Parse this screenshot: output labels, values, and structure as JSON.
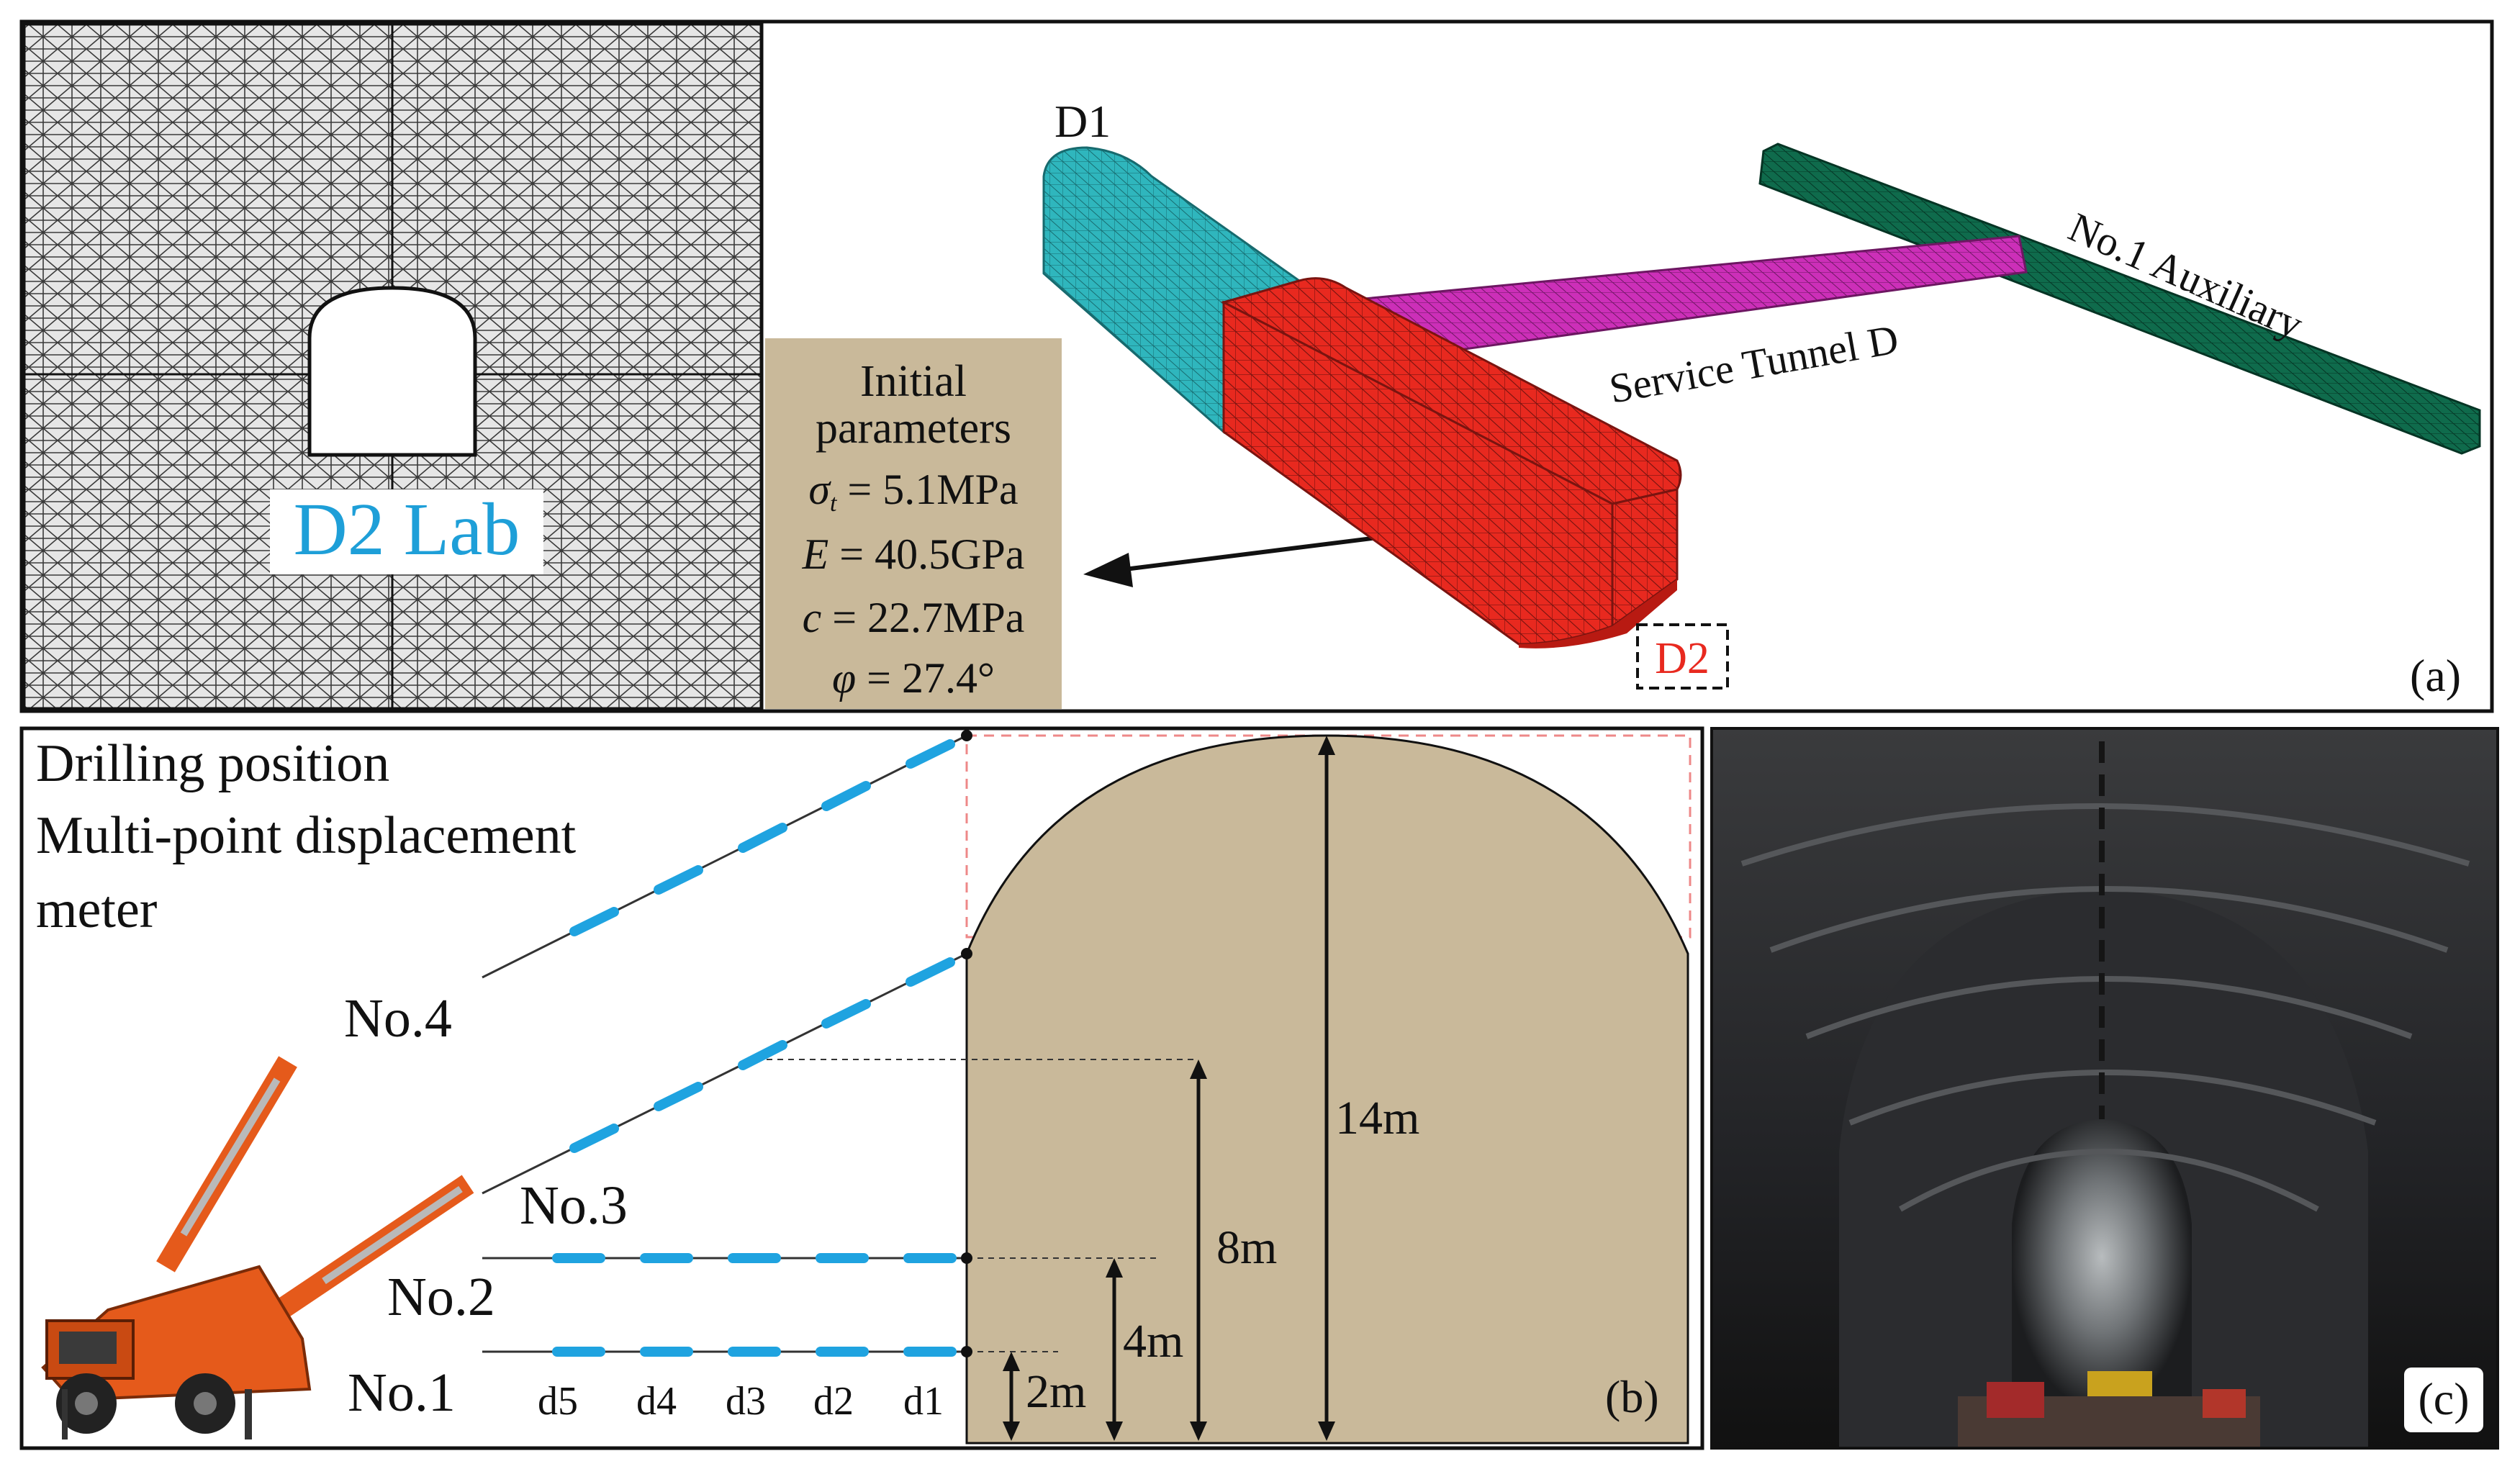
{
  "panel_a": {
    "lab_label": "D2 Lab",
    "params": {
      "title_line1": "Initial",
      "title_line2": "parameters",
      "sigma_t": "σ",
      "sigma_sub": "t",
      "sigma_val": " = 5.1MPa",
      "E": "E",
      "E_val": " = 40.5GPa",
      "c": "c",
      "c_val": " = 22.7MPa",
      "phi": "φ",
      "phi_val": " = 27.4°"
    },
    "tunnels": {
      "d1": "D1",
      "d2": "D2",
      "service": "Service Tunnel D",
      "aux": "No.1 Auxiliary"
    },
    "panel_label": "(a)",
    "colors": {
      "tan": "#c9b99a",
      "d1_cyan": "#2fb6bd",
      "d2_red": "#e8291f",
      "service_magenta": "#cc2fb8",
      "aux_green": "#0f6b4c",
      "lab_blue": "#1e9fd8"
    }
  },
  "panel_b": {
    "legend_line1": "Drilling position",
    "legend_line2": "Multi-point displacement",
    "legend_line3": "meter",
    "boreholes": [
      "No.1",
      "No.2",
      "No.3",
      "No.4"
    ],
    "points": [
      "d5",
      "d4",
      "d3",
      "d2",
      "d1"
    ],
    "dims": [
      "2m",
      "4m",
      "8m",
      "14m"
    ],
    "panel_label": "(b)",
    "colors": {
      "tunnel_fill": "#c9b99a",
      "meter_blue": "#1fa3e0"
    }
  },
  "panel_c": {
    "panel_label": "(c)"
  }
}
